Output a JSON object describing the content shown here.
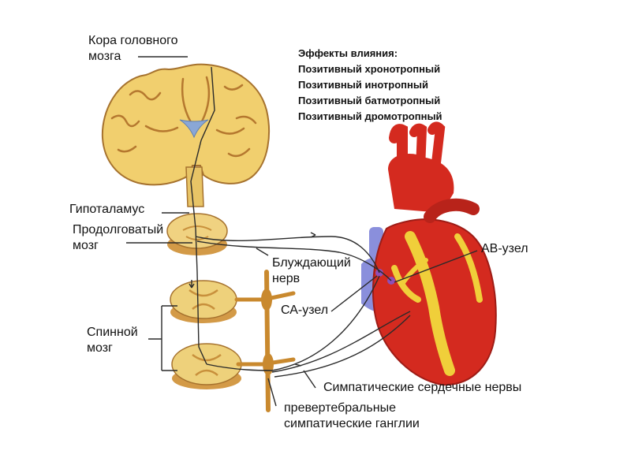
{
  "effects": {
    "title": "Эффекты влияния:",
    "items": [
      "Позитивный хронотропный",
      "Позитивный инотропный",
      "Позитивный  батмотропный",
      "Позитивный дромотропный"
    ]
  },
  "labels": {
    "cortex_line1": "Кора головного",
    "cortex_line2": "мозга",
    "hypothalamus": "Гипоталамус",
    "medulla_line1": "Продолговатый",
    "medulla_line2": "мозг",
    "vagus_line1": "Блуждающий",
    "vagus_line2": "нерв",
    "sa_node": "СА-узел",
    "av_node": "АВ-узел",
    "spinal_line1": "Спинной",
    "spinal_line2": "мозг",
    "sympathetic_nerves": "Симпатические сердечные нервы",
    "ganglia_line1": "превертебральные",
    "ganglia_line2": "симпатические ганглии"
  },
  "colors": {
    "brain_fill": "#f1cf6e",
    "brain_outline": "#a6722e",
    "spinal_fill": "#eed17b",
    "heart_red": "#d42a1f",
    "heart_dark": "#9e1c16",
    "heart_yellow": "#f0cf3a",
    "vein_blue": "#8a8fdc",
    "ganglion_chain": "#c9892e",
    "node_purple": "#8e4fb8",
    "nerve_line": "#2a2a2a"
  }
}
